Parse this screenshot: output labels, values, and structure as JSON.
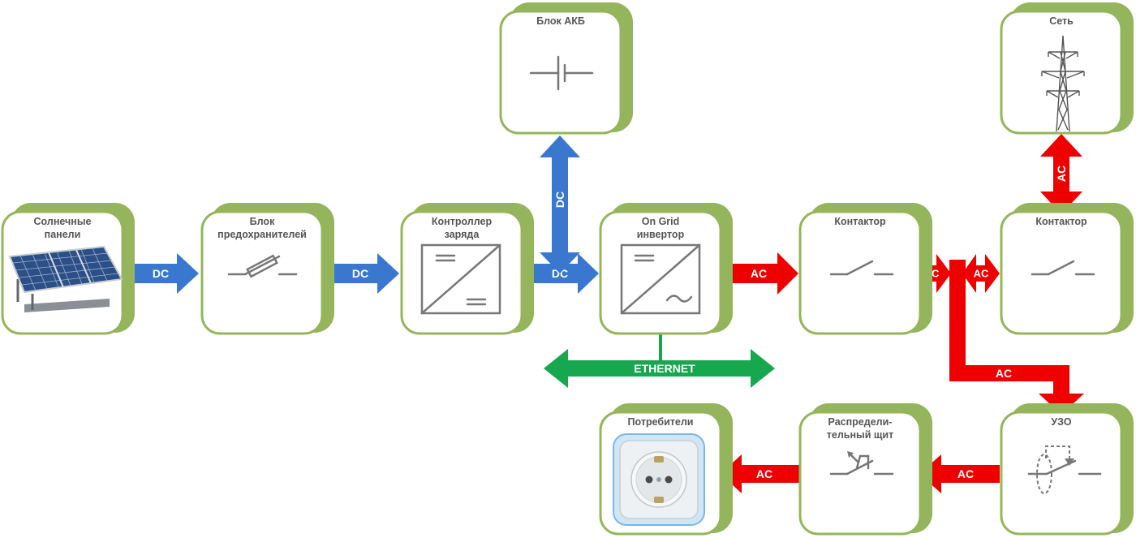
{
  "blocks": {
    "solar": {
      "title_line1": "Солнечные",
      "title_line2": "панели"
    },
    "fuses": {
      "title_line1": "Блок",
      "title_line2": "предохранителей"
    },
    "controller": {
      "title_line1": "Контроллер",
      "title_line2": "заряда"
    },
    "battery": {
      "title": "Блок АКБ"
    },
    "inverter": {
      "title_line1": "On Grid",
      "title_line2": "инвертор"
    },
    "contactor1": {
      "title": "Контактор"
    },
    "contactor2": {
      "title": "Контактор"
    },
    "grid": {
      "title": "Сеть"
    },
    "rcd": {
      "title": "УЗО"
    },
    "distribution": {
      "title_line1": "Распредели-",
      "title_line2": "тельный щит"
    },
    "consumers": {
      "title": "Потребители"
    }
  },
  "arrows": {
    "dc": "DC",
    "ac": "AC",
    "ethernet": "ETHERNET"
  },
  "colors": {
    "dc": "#3a78d0",
    "ac": "#ee0000",
    "ethernet": "#17a74e",
    "box_border": "#95b55c"
  }
}
